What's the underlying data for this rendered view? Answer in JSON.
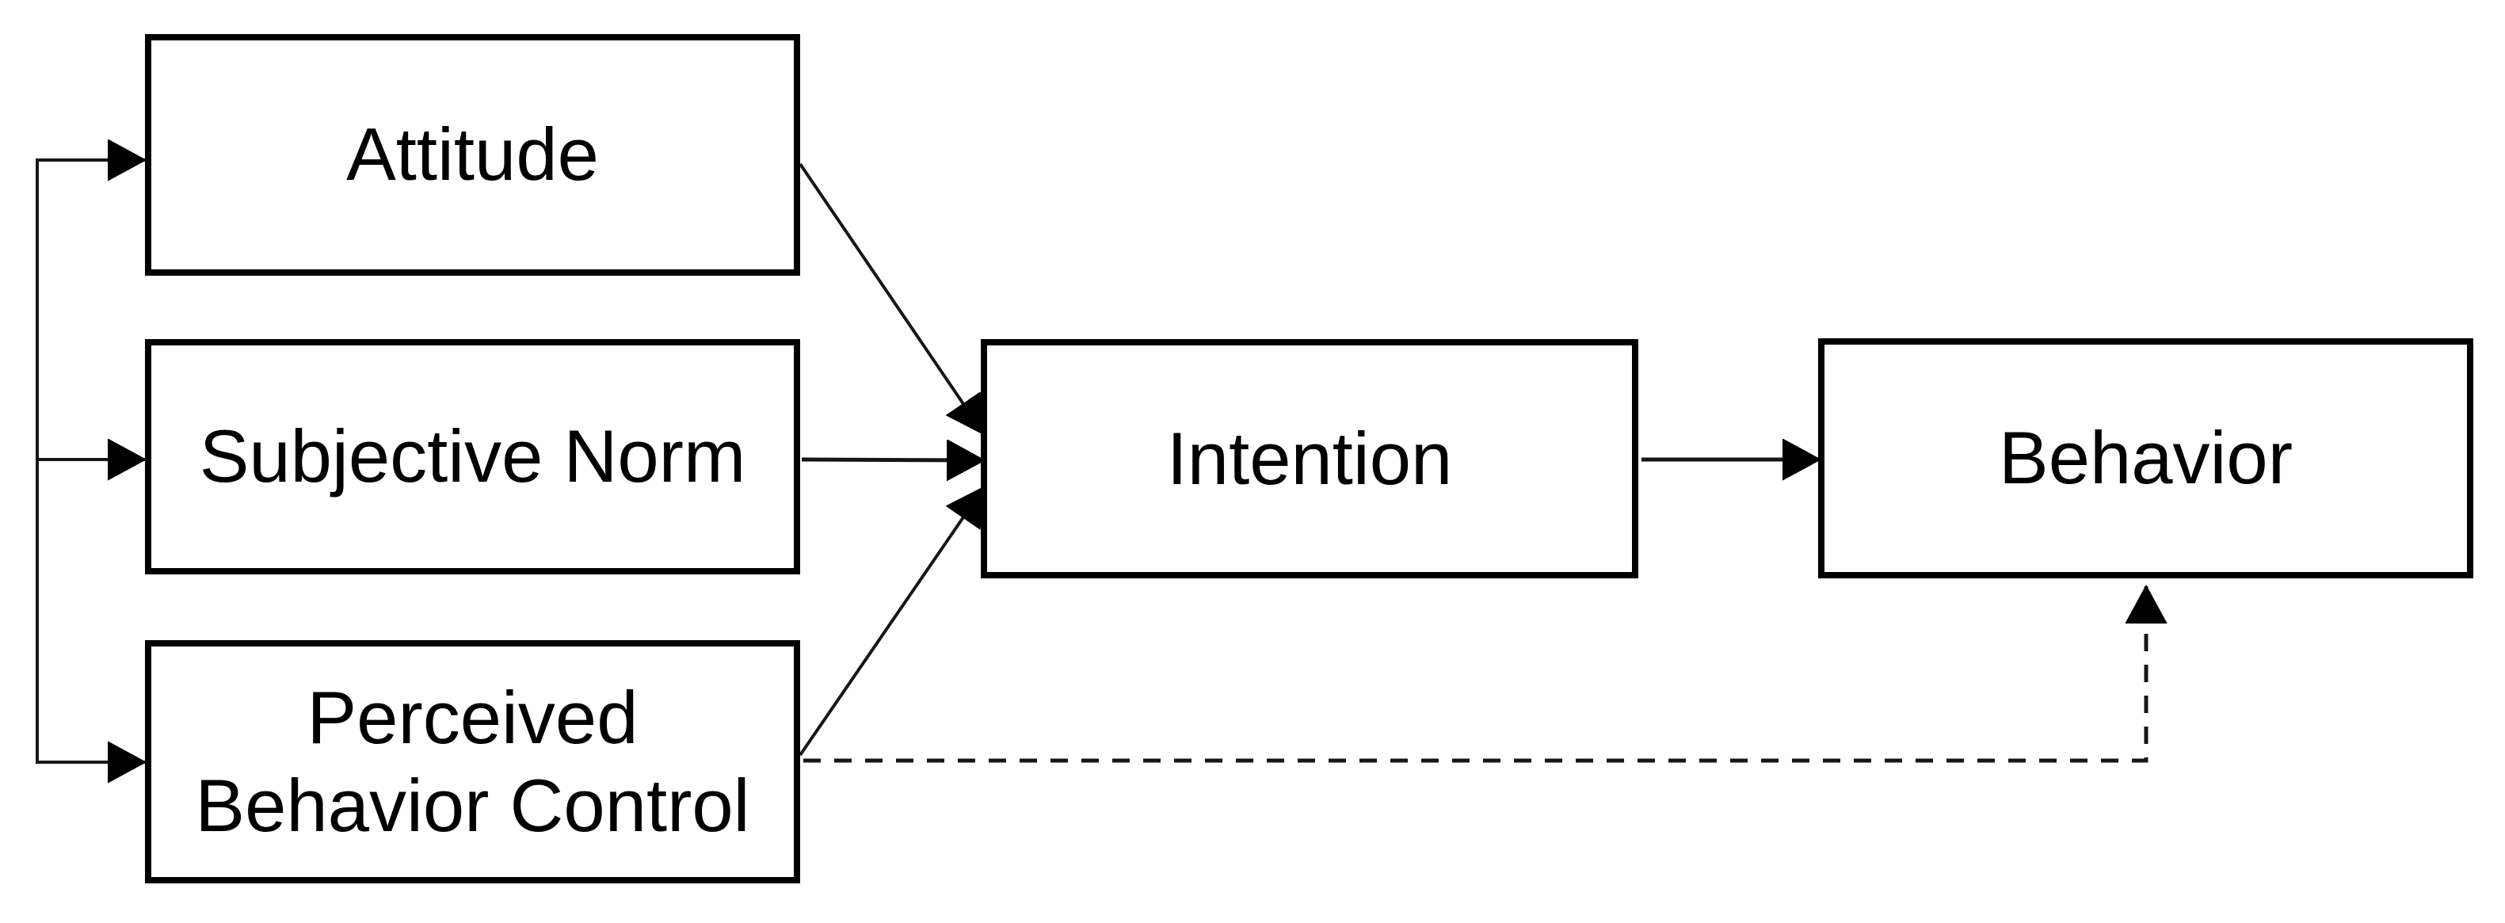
{
  "diagram": {
    "nodes": {
      "attitude": {
        "label": "Attitude"
      },
      "subjective_norm": {
        "label": "Subjective Norm"
      },
      "perceived_behavior_control": {
        "label_lines": [
          "Perceived",
          "Behavior Control"
        ]
      },
      "intention": {
        "label": "Intention"
      },
      "behavior": {
        "label": "Behavior"
      }
    },
    "edges": [
      {
        "from": "left-bracket",
        "to": "Attitude",
        "style": "solid",
        "arrowhead": "filled-triangle"
      },
      {
        "from": "left-bracket",
        "to": "Subjective Norm",
        "style": "solid",
        "arrowhead": "filled-triangle"
      },
      {
        "from": "left-bracket",
        "to": "Perceived Behavior Control",
        "style": "solid",
        "arrowhead": "filled-triangle"
      },
      {
        "from": "Attitude",
        "to": "Intention",
        "style": "solid",
        "arrowhead": "filled-triangle"
      },
      {
        "from": "Subjective Norm",
        "to": "Intention",
        "style": "solid",
        "arrowhead": "filled-triangle"
      },
      {
        "from": "Perceived Behavior Control",
        "to": "Intention",
        "style": "solid",
        "arrowhead": "filled-triangle"
      },
      {
        "from": "Intention",
        "to": "Behavior",
        "style": "solid",
        "arrowhead": "filled-triangle"
      },
      {
        "from": "Perceived Behavior Control",
        "to": "Behavior",
        "style": "dashed",
        "arrowhead": "filled-triangle"
      }
    ],
    "colors": {
      "background": "#ffffff",
      "box_fill": "#ffffff",
      "box_border": "#000000",
      "text": "#000000",
      "line": "#161616"
    }
  }
}
